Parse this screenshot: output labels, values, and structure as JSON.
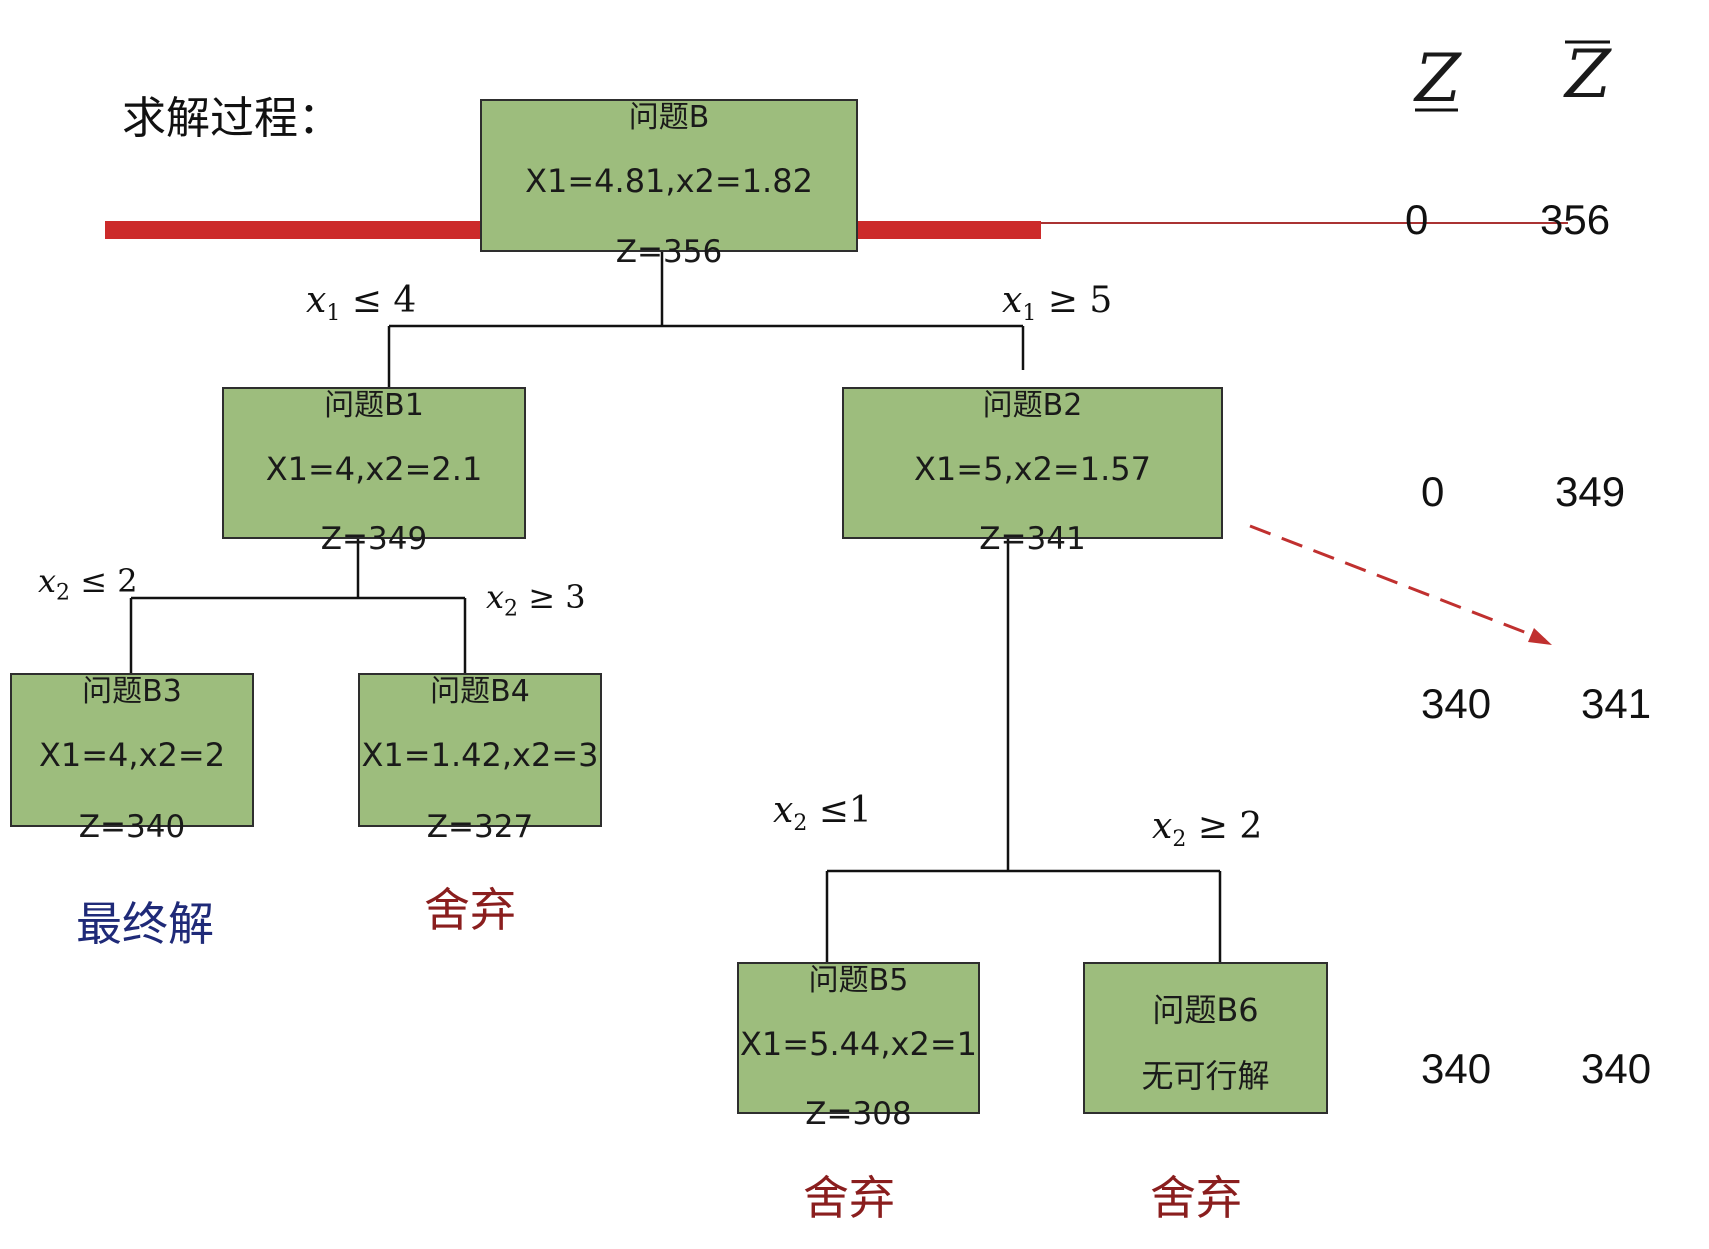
{
  "heading": "求解过程：",
  "columns": {
    "lower": "Z",
    "upper": "Z"
  },
  "nodes": {
    "B": {
      "title": "问题B",
      "solution": "X1=4.81,x2=1.82",
      "z": "Z=356"
    },
    "B1": {
      "title": "问题B1",
      "solution": "X1=4,x2=2.1",
      "z": "Z=349"
    },
    "B2": {
      "title": "问题B2",
      "solution": "X1=5,x2=1.57",
      "z": "Z=341"
    },
    "B3": {
      "title": "问题B3",
      "solution": "X1=4,x2=2",
      "z": "Z=340"
    },
    "B4": {
      "title": "问题B4",
      "solution": "X1=1.42,x2=3",
      "z": "Z=327"
    },
    "B5": {
      "title": "问题B5",
      "solution": "X1=5.44,x2=1",
      "z": "Z=308"
    },
    "B6": {
      "title": "问题B6",
      "note": "无可行解"
    }
  },
  "branches": {
    "x1_le": {
      "var": "x",
      "sub": "1",
      "rel": " ≤ 4"
    },
    "x1_ge": {
      "var": "x",
      "sub": "1",
      "rel": " ≥ 5"
    },
    "x2_le_2": {
      "var": "x",
      "sub": "2",
      "rel": " ≤ 2"
    },
    "x2_ge_3": {
      "var": "x",
      "sub": "2",
      "rel": " ≥ 3"
    },
    "x2_le_1": {
      "var": "x",
      "sub": "2",
      "rel": " ≤1"
    },
    "x2_ge_2": {
      "var": "x",
      "sub": "2",
      "rel": " ≥ 2"
    }
  },
  "labels": {
    "final": "最终解",
    "discard_b4": "舍弃",
    "discard_b5": "舍弃",
    "discard_b6": "舍弃"
  },
  "bounds": [
    {
      "lower": "0",
      "upper": "356"
    },
    {
      "lower": "0",
      "upper": "349"
    },
    {
      "lower": "340",
      "upper": "341"
    },
    {
      "lower": "340",
      "upper": "340"
    }
  ],
  "colors": {
    "node_fill": "#9dbd7d",
    "red_bar": "#cc2b2b",
    "final_text": "#1f2a78",
    "discard_text": "#8a1e1e"
  }
}
